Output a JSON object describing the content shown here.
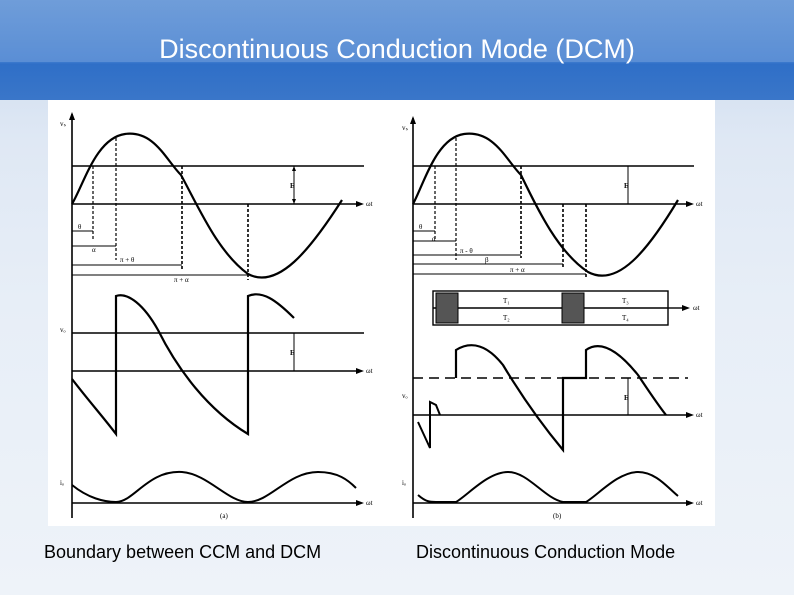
{
  "slide": {
    "title": "Discontinuous Conduction Mode (DCM)",
    "caption_left": "Boundary between CCM and DCM",
    "caption_right": "Discontinuous Conduction Mode"
  },
  "figure": {
    "panel_a": {
      "sublabel": "(a)",
      "axis_omega": "ωt",
      "label_vs": "vₛ",
      "label_vo": "vₒ",
      "label_io": "iₒ",
      "label_E": "E",
      "label_theta": "θ",
      "label_alpha": "α",
      "label_pi_theta": "π + θ",
      "label_pi_alpha": "π + α"
    },
    "panel_b": {
      "sublabel": "(b)",
      "axis_omega": "ωt",
      "label_vs": "vₛ",
      "label_vo": "vₒ",
      "label_io": "iₒ",
      "label_E": "E",
      "label_theta": "θ",
      "label_alpha": "α",
      "label_pi_theta": "π - θ",
      "label_beta": "β",
      "label_pi_alpha": "π + α",
      "label_T1": "T₁",
      "label_T2": "T₂",
      "label_T3": "T₃",
      "label_T4": "T₄"
    }
  }
}
